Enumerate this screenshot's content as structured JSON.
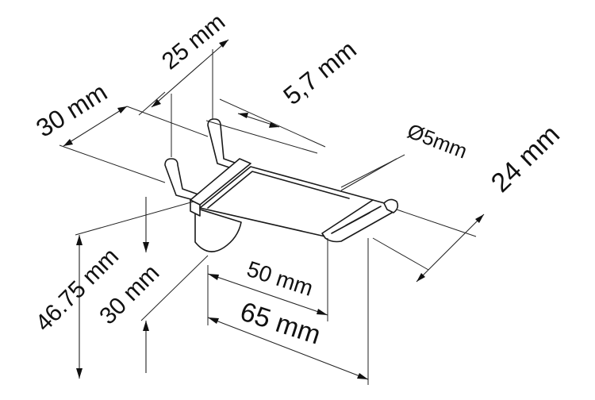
{
  "diagram": {
    "subject": "pegboard hook",
    "dimensions": [
      {
        "id": "width_30",
        "label": "30 mm"
      },
      {
        "id": "spacing_25",
        "label": "25 mm"
      },
      {
        "id": "plate_5_7",
        "label": "5,7 mm"
      },
      {
        "id": "wire_diameter",
        "label": "Ø5mm"
      },
      {
        "id": "height_24",
        "label": "24 mm"
      },
      {
        "id": "total_height",
        "label": "46.75 mm"
      },
      {
        "id": "plate_height",
        "label": "30 mm"
      },
      {
        "id": "inner_length",
        "label": "50 mm"
      },
      {
        "id": "total_length",
        "label": "65 mm"
      }
    ]
  }
}
